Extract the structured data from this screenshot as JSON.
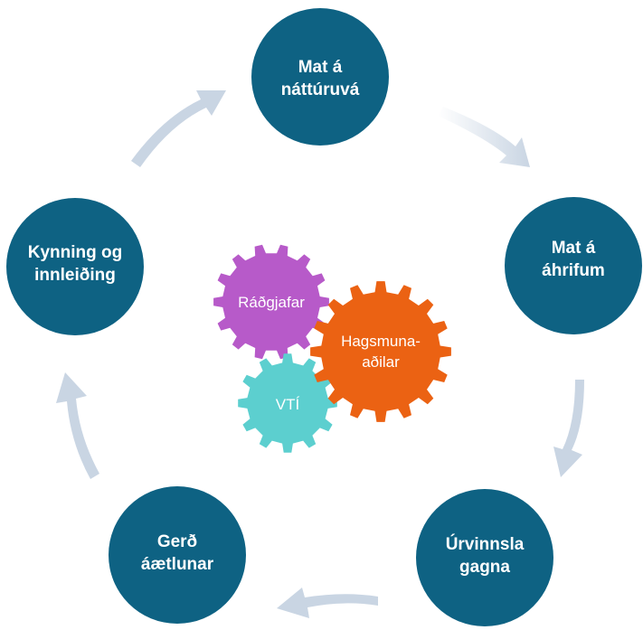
{
  "colors": {
    "node": "#0e6283",
    "arrow": "#c9d5e3",
    "gear_radgjafar": "#b75ac9",
    "gear_hagsmuna": "#eb6213",
    "gear_vti": "#5ccfcf"
  },
  "nodes": [
    {
      "id": "mat-natturuva",
      "lines": [
        "Mat á",
        "náttúruvá"
      ]
    },
    {
      "id": "mat-ahrifum",
      "lines": [
        "Mat á",
        "áhrifum"
      ]
    },
    {
      "id": "urvinnsla-gagna",
      "lines": [
        "Úrvinnsla",
        "gagna"
      ]
    },
    {
      "id": "gerd-aaetlunar",
      "lines": [
        "Gerð",
        "áætlunar"
      ]
    },
    {
      "id": "kynning-innleiding",
      "lines": [
        "Kynning og",
        "innleiðing"
      ]
    }
  ],
  "gears": {
    "radgjafar": {
      "lines": [
        "Ráðgjafar"
      ]
    },
    "hagsmuna": {
      "lines": [
        "Hagsmuna-",
        "aðilar"
      ]
    },
    "vti": {
      "lines": [
        "VTÍ"
      ]
    }
  }
}
